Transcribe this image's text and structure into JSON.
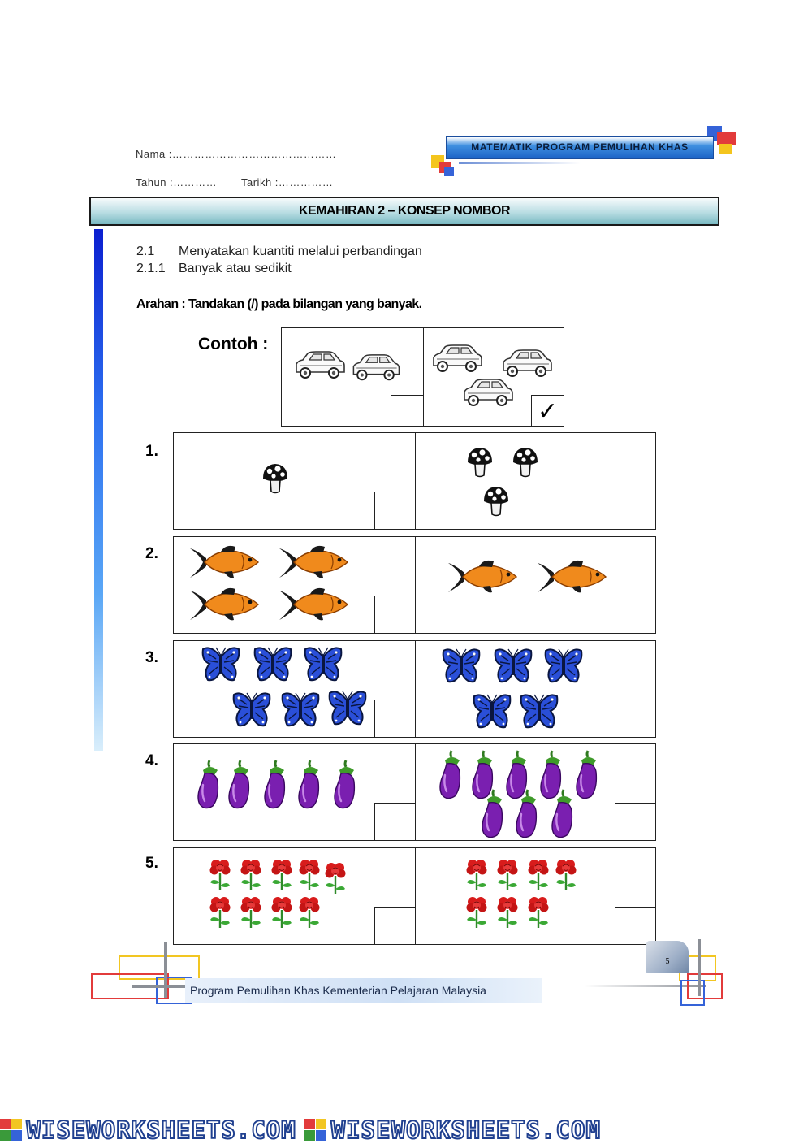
{
  "header": {
    "name_label": "Nama :………………………………………",
    "year_label": "Tahun :…………",
    "date_label": "Tarikh :……………",
    "brand": "MATEMATIK PROGRAM PEMULIHAN KHAS"
  },
  "title": "KEMAHIRAN 2 – KONSEP NOMBOR",
  "objectives": [
    {
      "num": "2.1",
      "text": "Menyatakan kuantiti melalui perbandingan"
    },
    {
      "num": "2.1.1",
      "text": "Banyak atau sedikit"
    }
  ],
  "instruction": "Arahan : Tandakan (/) pada bilangan yang banyak.",
  "example": {
    "label": "Contoh :",
    "item": "car-icon",
    "left_count": 2,
    "right_count": 3,
    "tick": "✓"
  },
  "questions": [
    {
      "number": "1.",
      "item": "mushroom-icon",
      "left_count": 1,
      "right_count": 3
    },
    {
      "number": "2.",
      "item": "fish-icon",
      "left_count": 4,
      "right_count": 2
    },
    {
      "number": "3.",
      "item": "butterfly-icon",
      "left_count": 6,
      "right_count": 5
    },
    {
      "number": "4.",
      "item": "eggplant-icon",
      "left_count": 5,
      "right_count": 8
    },
    {
      "number": "5.",
      "item": "flower-icon",
      "left_count": 9,
      "right_count": 7
    }
  ],
  "footer": {
    "text": "Program  Pemulihan Khas Kementerian Pelajaran Malaysia",
    "page": "5"
  },
  "watermark": {
    "text": "WISEWORKSHEETS.COM"
  },
  "colors": {
    "brand_blue": "#1d63c6",
    "title_teal": "#79b9c2",
    "stripe_blue": "#0b1fd0",
    "fish_orange": "#f08a1c",
    "butterfly_blue": "#2a4fd8",
    "eggplant_purple": "#7a1fb0",
    "flower_red": "#d81c1c"
  }
}
